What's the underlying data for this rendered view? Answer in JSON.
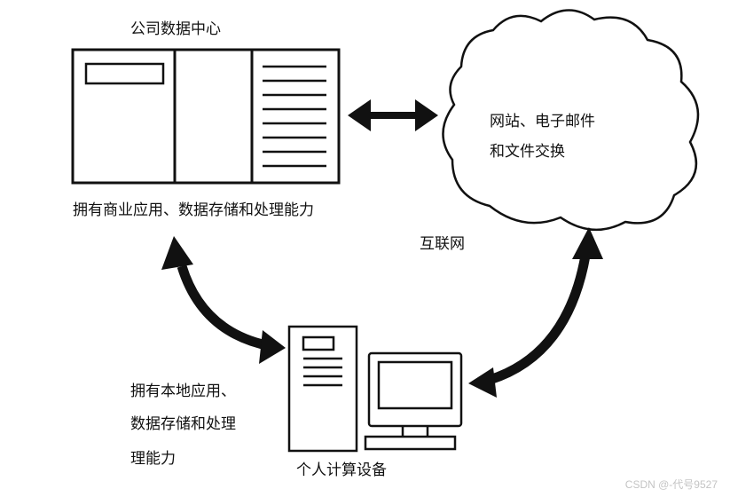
{
  "labels": {
    "datacenter_title": "公司数据中心",
    "datacenter_desc": "拥有商业应用、数据存储和处理能力",
    "cloud_text_line1": "网站、电子邮件",
    "cloud_text_line2": "和文件交换",
    "internet": "互联网",
    "local_desc_line1": "拥有本地应用、",
    "local_desc_line2": "数据存储和处理",
    "local_desc_line3": "理能力",
    "device_label": "个人计算设备"
  },
  "watermark": "CSDN @-代号9527",
  "colors": {
    "stroke": "#111111",
    "background": "#ffffff",
    "watermark": "#c4c4c4"
  },
  "icons": [
    "datacenter-server-rack",
    "cloud",
    "tower-pc",
    "monitor",
    "keyboard",
    "double-headed-arrow",
    "curved-arrow"
  ]
}
